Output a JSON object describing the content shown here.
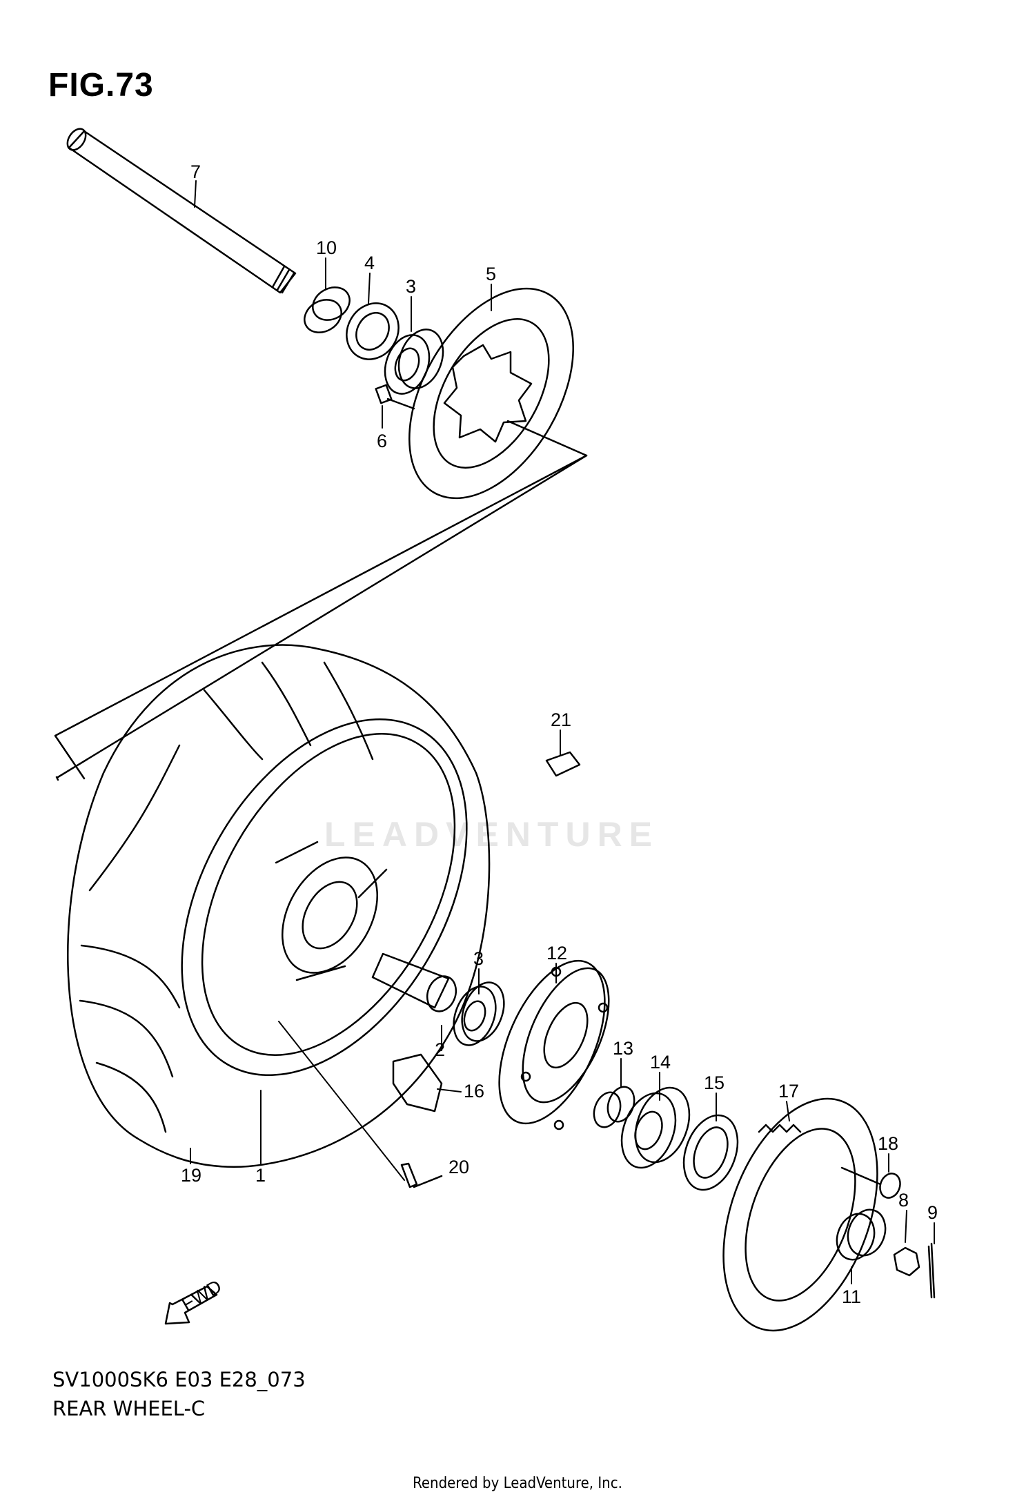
{
  "figure": {
    "title": "FIG.73"
  },
  "watermark": {
    "text": "LEADVENTURE"
  },
  "callouts": {
    "c7": "7",
    "c10": "10",
    "c4": "4",
    "c3a": "3",
    "c5": "5",
    "c6": "6",
    "c21": "21",
    "c3b": "3",
    "c12": "12",
    "c2": "2",
    "c13": "13",
    "c14": "14",
    "c15": "15",
    "c16": "16",
    "c17": "17",
    "c18": "18",
    "c8": "8",
    "c9": "9",
    "c19": "19",
    "c1": "1",
    "c20": "20",
    "c11": "11"
  },
  "fwd_label": "FWD",
  "footer": {
    "code": "SV1000SK6 E03 E28_073",
    "name": "REAR WHEEL-C",
    "rendered": "Rendered by LeadVenture, Inc."
  }
}
